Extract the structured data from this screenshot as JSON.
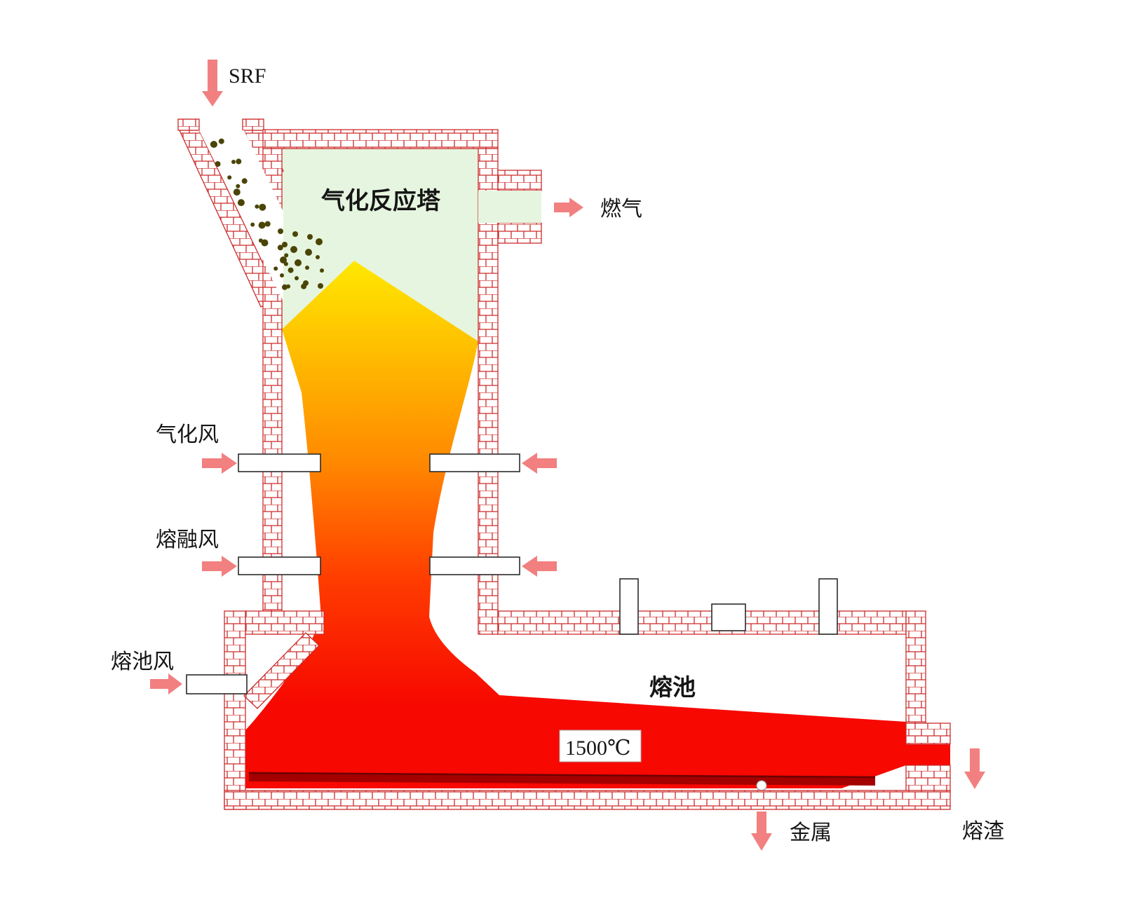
{
  "diagram": {
    "title": "SRF gasification and melting furnace",
    "labels": {
      "srf": "SRF",
      "gasifier_tower": "气化反应塔",
      "fuel_gas": "燃气",
      "gasification_air": "气化风",
      "melting_air": "熔融风",
      "melt_pool_air": "熔池风",
      "melt_pool": "熔池",
      "temperature": "1500℃",
      "metal": "金属",
      "slag": "熔渣"
    },
    "colors": {
      "brick_line": "#cc2b2b",
      "interior_green": "#e6f5df",
      "arrow": "#f28080",
      "flame_top": "#ffe900",
      "flame_mid": "#ff8a00",
      "flame_deep": "#ff3c00",
      "pool_red": "#f70800",
      "metal_layer": "#a40000",
      "feed_dots": "#4a4506"
    }
  }
}
